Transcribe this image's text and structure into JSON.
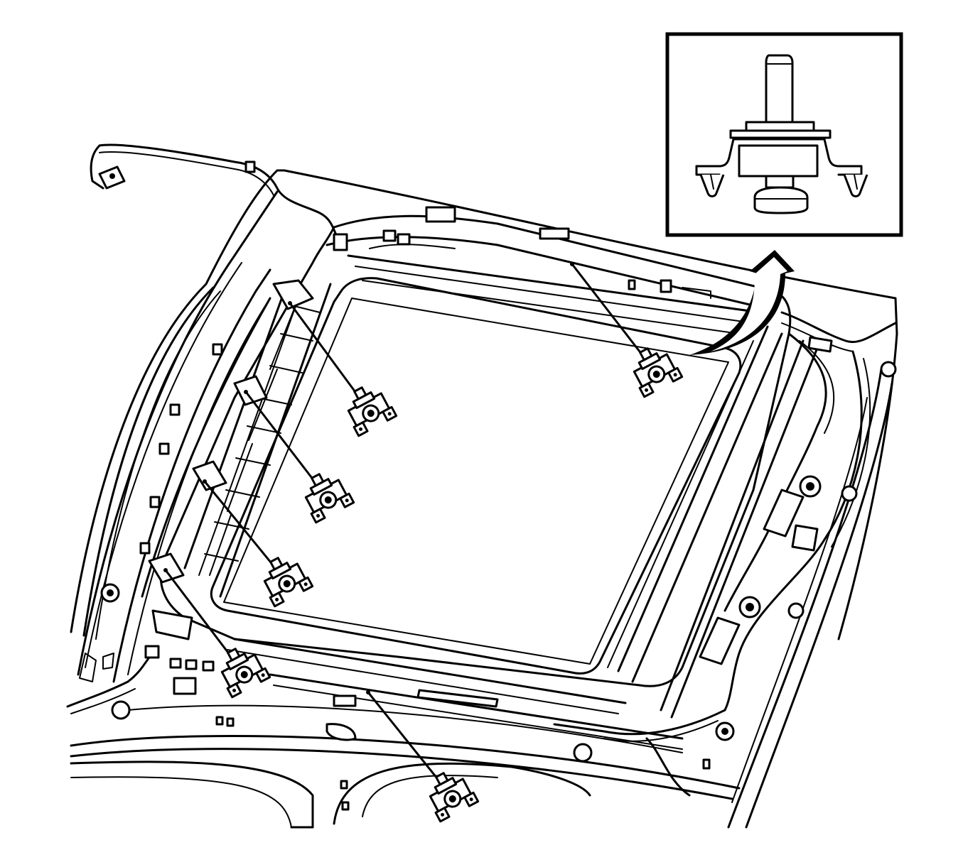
{
  "diagram": {
    "type": "technical-line-illustration",
    "subject": "sunroof-module-frame-with-retainer-clips",
    "background_color": "#ffffff",
    "line_color": "#000000",
    "inset": {
      "depicts": "push-in-retainer-clip-detail"
    },
    "callout_arrow": {
      "points_to": "inset"
    },
    "clip_callouts": [
      {
        "id": "clip-rear-right"
      },
      {
        "id": "clip-left-1"
      },
      {
        "id": "clip-left-2"
      },
      {
        "id": "clip-left-3"
      },
      {
        "id": "clip-left-4"
      },
      {
        "id": "clip-front"
      }
    ]
  }
}
